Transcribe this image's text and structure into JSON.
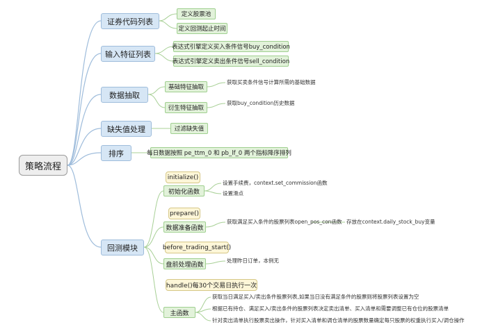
{
  "root": {
    "label": "策略流程"
  },
  "branches": {
    "code_list": {
      "label": "证券代码列表",
      "children": [
        "定义股票池",
        "定义回测起止时间"
      ]
    },
    "features": {
      "label": "输入特征列表",
      "children": [
        "表达式引擎定义买入条件信号buy_condition",
        "表达式引擎定义卖出条件信号sell_condition"
      ]
    },
    "extract": {
      "label": "数据抽取",
      "children": [
        {
          "label": "基础特征抽取",
          "note": "获取买卖条件信号计算所需的基础数据"
        },
        {
          "label": "衍生特征抽取",
          "note": "获取buy_condition历史数据"
        }
      ]
    },
    "missing": {
      "label": "缺失值处理",
      "children": [
        "过滤缺失值"
      ]
    },
    "sort": {
      "label": "排序",
      "children": [
        "每日数据按照 pe_ttm_0 和 pb_lf_0 两个指标降序排列"
      ]
    },
    "backtest": {
      "label": "回测模块",
      "functions": [
        {
          "label": "初始化函数",
          "callout": "initialize()",
          "notes": [
            "设置手续费，context.set_commission函数",
            "设置滑点"
          ]
        },
        {
          "label": "数据准备函数",
          "callout": "prepare()",
          "notes": [
            "获取满足买入条件的股票列表open_pos_con函数"
          ],
          "extra": "存放在context.daily_stock_buy变量"
        },
        {
          "label": "盘前处理函数",
          "callout": "before_trading_start()",
          "notes": [
            "处理昨日订单，本例无"
          ]
        },
        {
          "label": "主函数",
          "callout": "handle()每30个交易日执行一次",
          "notes": [
            "获取当日满足买入/卖出条件股票列表,如果当日没有满足条件的股票则将股票列表设置为空",
            "根据已有持仓、满足买入/卖出条件的股票列表决定卖出清单、买入清单和需要调整已有仓位的股票清单",
            "针对卖出清单执行股票卖出操作，针对买入清单和调仓清单的股票数量确定每只股票的权重执行买入/调仓操作"
          ]
        }
      ]
    }
  }
}
